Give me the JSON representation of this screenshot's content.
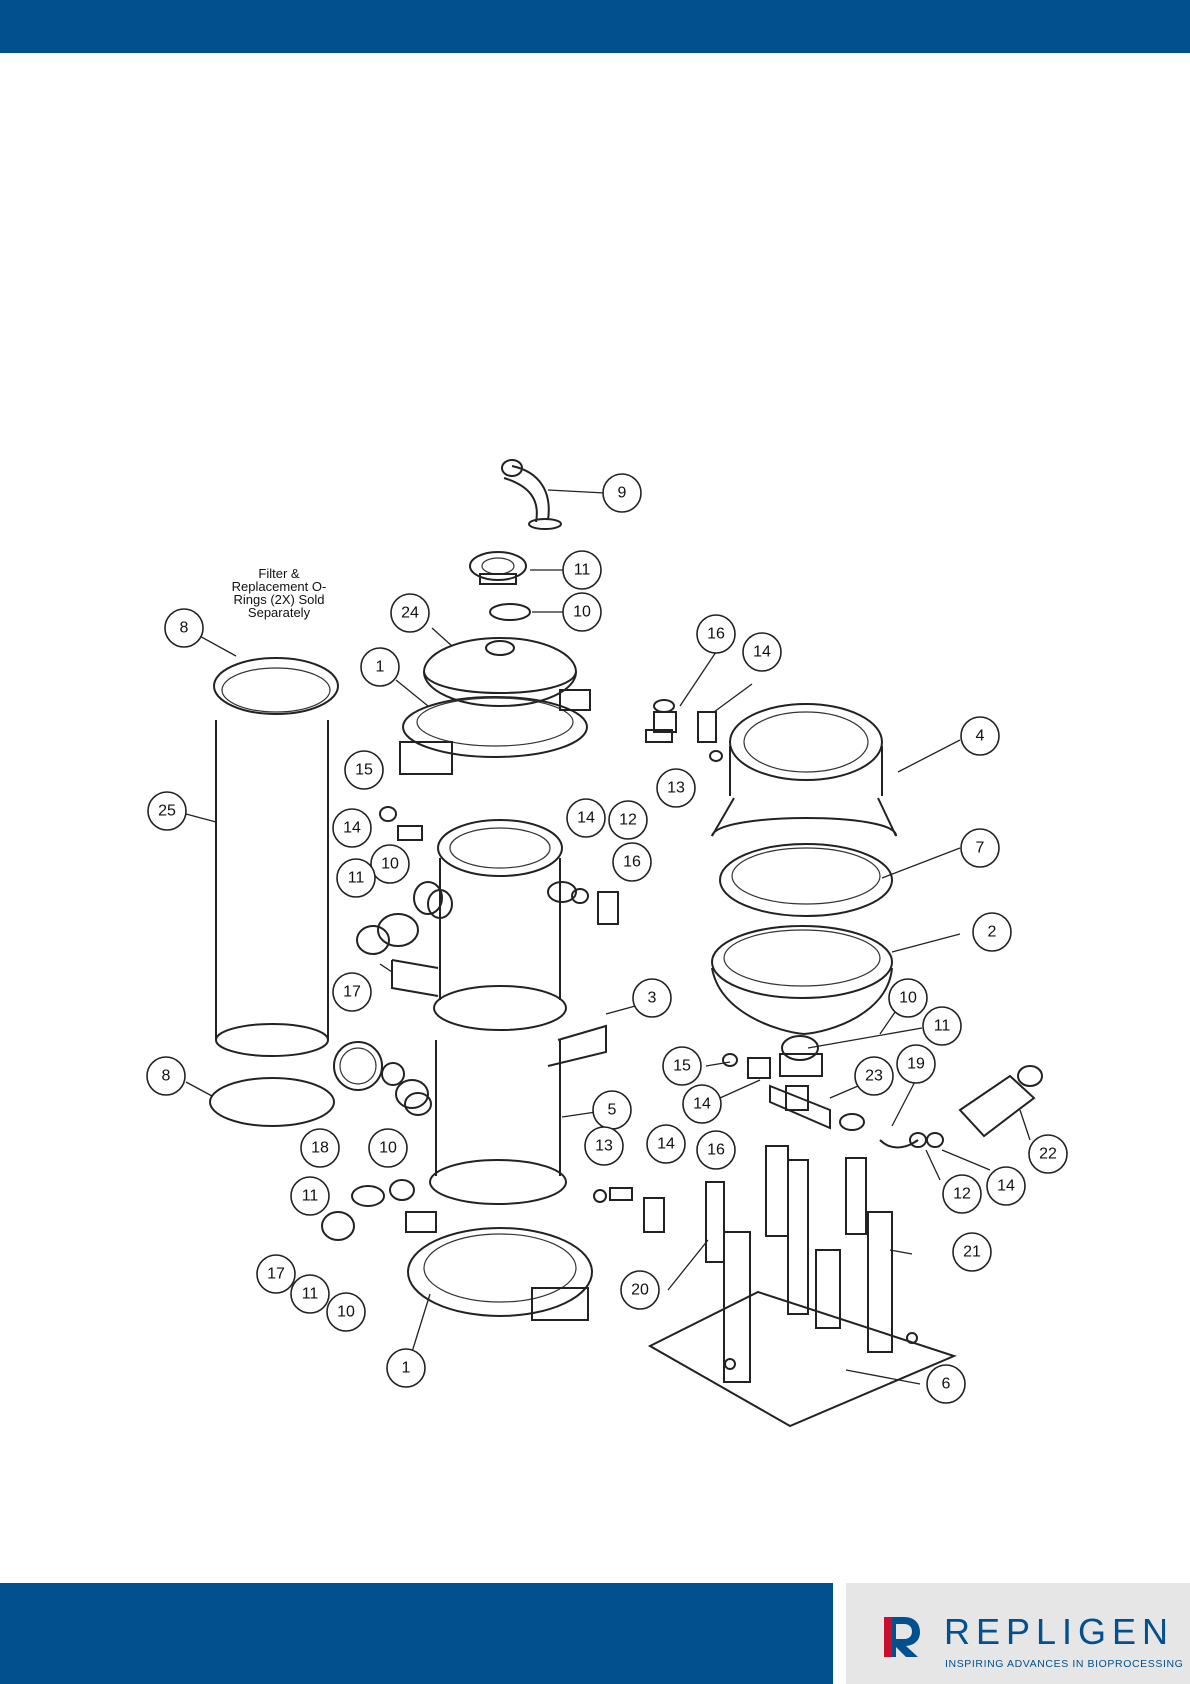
{
  "note_lines": [
    "Filter &",
    "Replacement O-",
    "Rings (2X) Sold",
    "Separately"
  ],
  "callouts": [
    {
      "id": "c9",
      "label": "9"
    },
    {
      "id": "c11a",
      "label": "11"
    },
    {
      "id": "c10a",
      "label": "10"
    },
    {
      "id": "c24",
      "label": "24"
    },
    {
      "id": "c8a",
      "label": "8"
    },
    {
      "id": "c1a",
      "label": "1"
    },
    {
      "id": "c16a",
      "label": "16"
    },
    {
      "id": "c14a",
      "label": "14"
    },
    {
      "id": "c13a",
      "label": "13"
    },
    {
      "id": "c4",
      "label": "4"
    },
    {
      "id": "c25",
      "label": "25"
    },
    {
      "id": "c15a",
      "label": "15"
    },
    {
      "id": "c14b",
      "label": "14"
    },
    {
      "id": "c14c",
      "label": "14"
    },
    {
      "id": "c12a",
      "label": "12"
    },
    {
      "id": "c16b",
      "label": "16"
    },
    {
      "id": "c7",
      "label": "7"
    },
    {
      "id": "c10b",
      "label": "10"
    },
    {
      "id": "c11b",
      "label": "11"
    },
    {
      "id": "c2",
      "label": "2"
    },
    {
      "id": "c17a",
      "label": "17"
    },
    {
      "id": "c3",
      "label": "3"
    },
    {
      "id": "c10c",
      "label": "10"
    },
    {
      "id": "c11c",
      "label": "11"
    },
    {
      "id": "c15b",
      "label": "15"
    },
    {
      "id": "c19",
      "label": "19"
    },
    {
      "id": "c8b",
      "label": "8"
    },
    {
      "id": "c14d",
      "label": "14"
    },
    {
      "id": "c23",
      "label": "23"
    },
    {
      "id": "c5",
      "label": "5"
    },
    {
      "id": "c22",
      "label": "22"
    },
    {
      "id": "c18",
      "label": "18"
    },
    {
      "id": "c10d",
      "label": "10"
    },
    {
      "id": "c13b",
      "label": "13"
    },
    {
      "id": "c14e",
      "label": "14"
    },
    {
      "id": "c16c",
      "label": "16"
    },
    {
      "id": "c12b",
      "label": "12"
    },
    {
      "id": "c14f",
      "label": "14"
    },
    {
      "id": "c11d",
      "label": "11"
    },
    {
      "id": "c21",
      "label": "21"
    },
    {
      "id": "c17b",
      "label": "17"
    },
    {
      "id": "c20",
      "label": "20"
    },
    {
      "id": "c11e",
      "label": "11"
    },
    {
      "id": "c10e",
      "label": "10"
    },
    {
      "id": "c6",
      "label": "6"
    },
    {
      "id": "c1b",
      "label": "1"
    }
  ],
  "logo": {
    "name": "REPLIGEN",
    "tagline": "INSPIRING ADVANCES IN BIOPROCESSING"
  },
  "colors": {
    "brand_blue": "#02508e",
    "logo_panel": "#e6e6e6"
  }
}
